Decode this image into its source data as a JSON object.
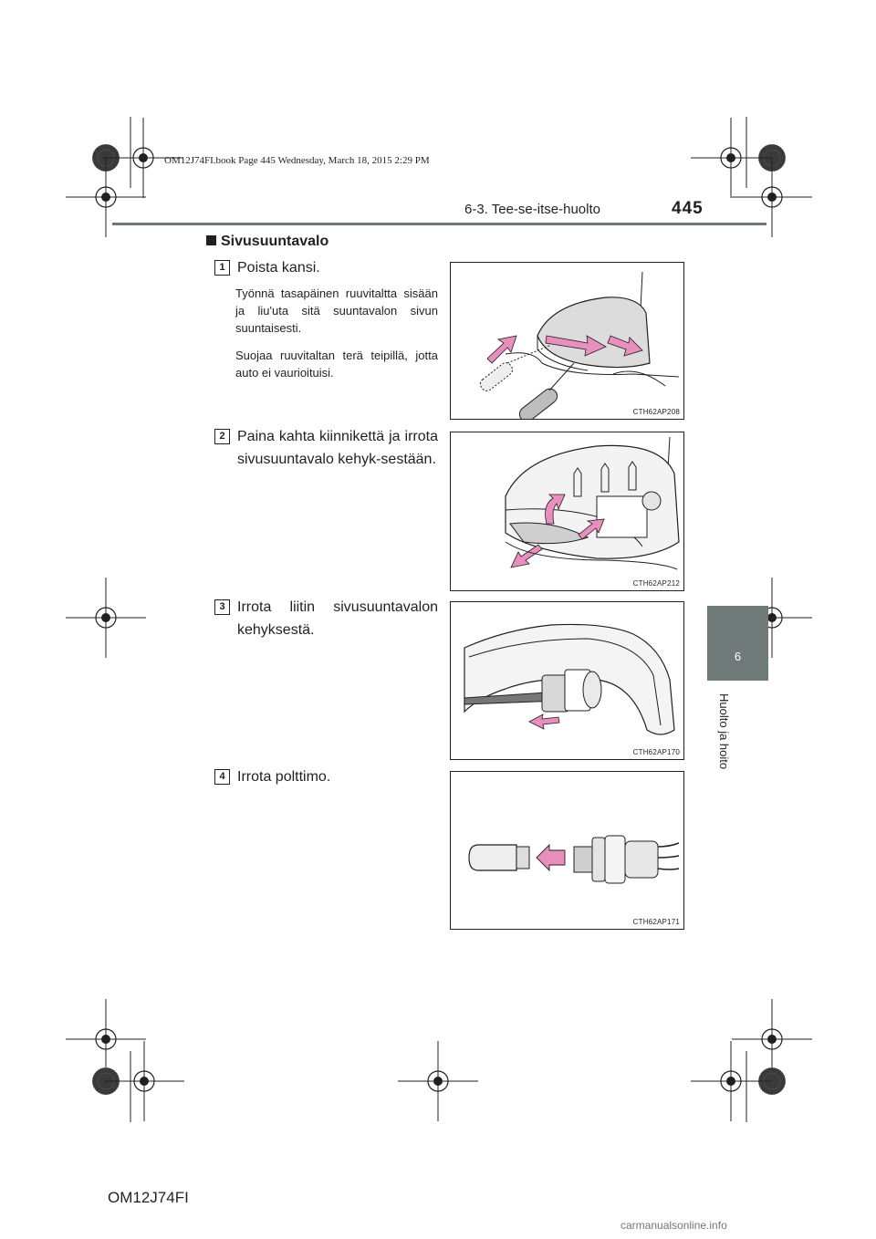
{
  "header": {
    "book_info": "OM12J74FI.book  Page 445  Wednesday, March 18, 2015  2:29 PM",
    "section": "6-3. Tee-se-itse-huolto",
    "page_number": "445"
  },
  "side_tab": {
    "chapter_number": "6",
    "chapter_label": "Huolto ja hoito"
  },
  "heading": "Sivusuuntavalo",
  "steps": [
    {
      "number": "1",
      "title": "Poista kansi.",
      "paragraphs": [
        "Työnnä tasapäinen ruuvitaltta sisään ja liu'uta sitä suuntavalon sivun suuntaisesti.",
        "Suojaa ruuvitaltan terä teipillä, jotta auto ei vaurioituisi."
      ],
      "figure_code": "CTH62AP208"
    },
    {
      "number": "2",
      "title": "Paina kahta kiinnikettä ja irrota sivusuuntavalo kehyk-sestään.",
      "figure_code": "CTH62AP212"
    },
    {
      "number": "3",
      "title": "Irrota liitin sivusuuntavalon kehyksestä.",
      "figure_code": "CTH62AP170"
    },
    {
      "number": "4",
      "title": "Irrota polttimo.",
      "figure_code": "CTH62AP171"
    }
  ],
  "footer": {
    "model_code": "OM12J74FI",
    "watermark": "carmanualsonline.info"
  },
  "colors": {
    "tab_gray": "#6f7a79",
    "arrow_pink": "#e98fbd",
    "text": "#231f20"
  }
}
